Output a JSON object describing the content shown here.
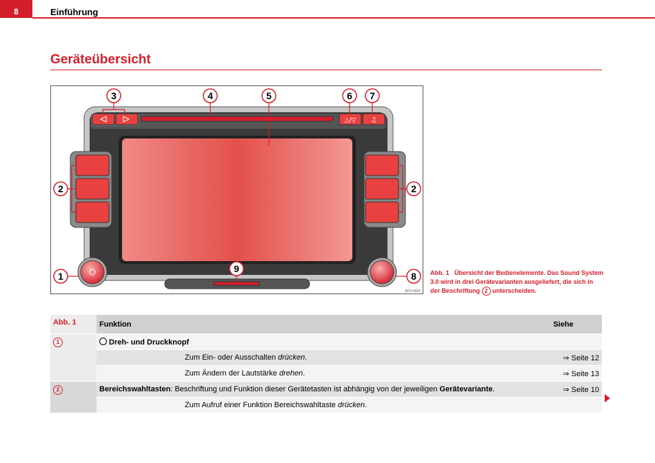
{
  "header": {
    "page_number": "8",
    "chapter": "Einführung"
  },
  "section_title": "Geräteübersicht",
  "figure": {
    "callouts": [
      "1",
      "2",
      "3",
      "4",
      "5",
      "6",
      "7",
      "8",
      "9"
    ],
    "image_code": "B7V-0310",
    "colors": {
      "accent": "#d51e2b",
      "device": "#3a3a3a"
    }
  },
  "caption": {
    "label": "Abb. 1",
    "text_before": "Übersicht der Bedienelemente. Das Sound System 3.0 wird in drei Gerätevarianten ausgeliefert, die sich in der Beschriftung",
    "ref": "2",
    "text_after": "unterscheiden."
  },
  "table": {
    "headers": {
      "col1": "Abb. 1",
      "col2": "Funktion",
      "col3": "Siehe"
    },
    "row1": {
      "num": "1",
      "title": "Dreh- und Druckknopf",
      "sub1_a": "Zum Ein- oder Ausschalten ",
      "sub1_b": "drücken",
      "sub1_c": ".",
      "sub1_ref": "⇒ Seite 12",
      "sub2_a": "Zum Ändern der Lautstärke ",
      "sub2_b": "drehen",
      "sub2_c": ".",
      "sub2_ref": "⇒ Seite 13"
    },
    "row2": {
      "num": "2",
      "t_bold1": "Bereichswahltasten",
      "t_mid": ": Beschriftung und Funktion dieser Gerätetasten ist abhängig von der jeweiligen ",
      "t_bold2": "Gerätevariante",
      "t_end": ".",
      "ref": "⇒ Seite 10",
      "sub_a": "Zum Aufruf einer Funktion Bereichswahltaste ",
      "sub_b": "drücken",
      "sub_c": "."
    }
  }
}
